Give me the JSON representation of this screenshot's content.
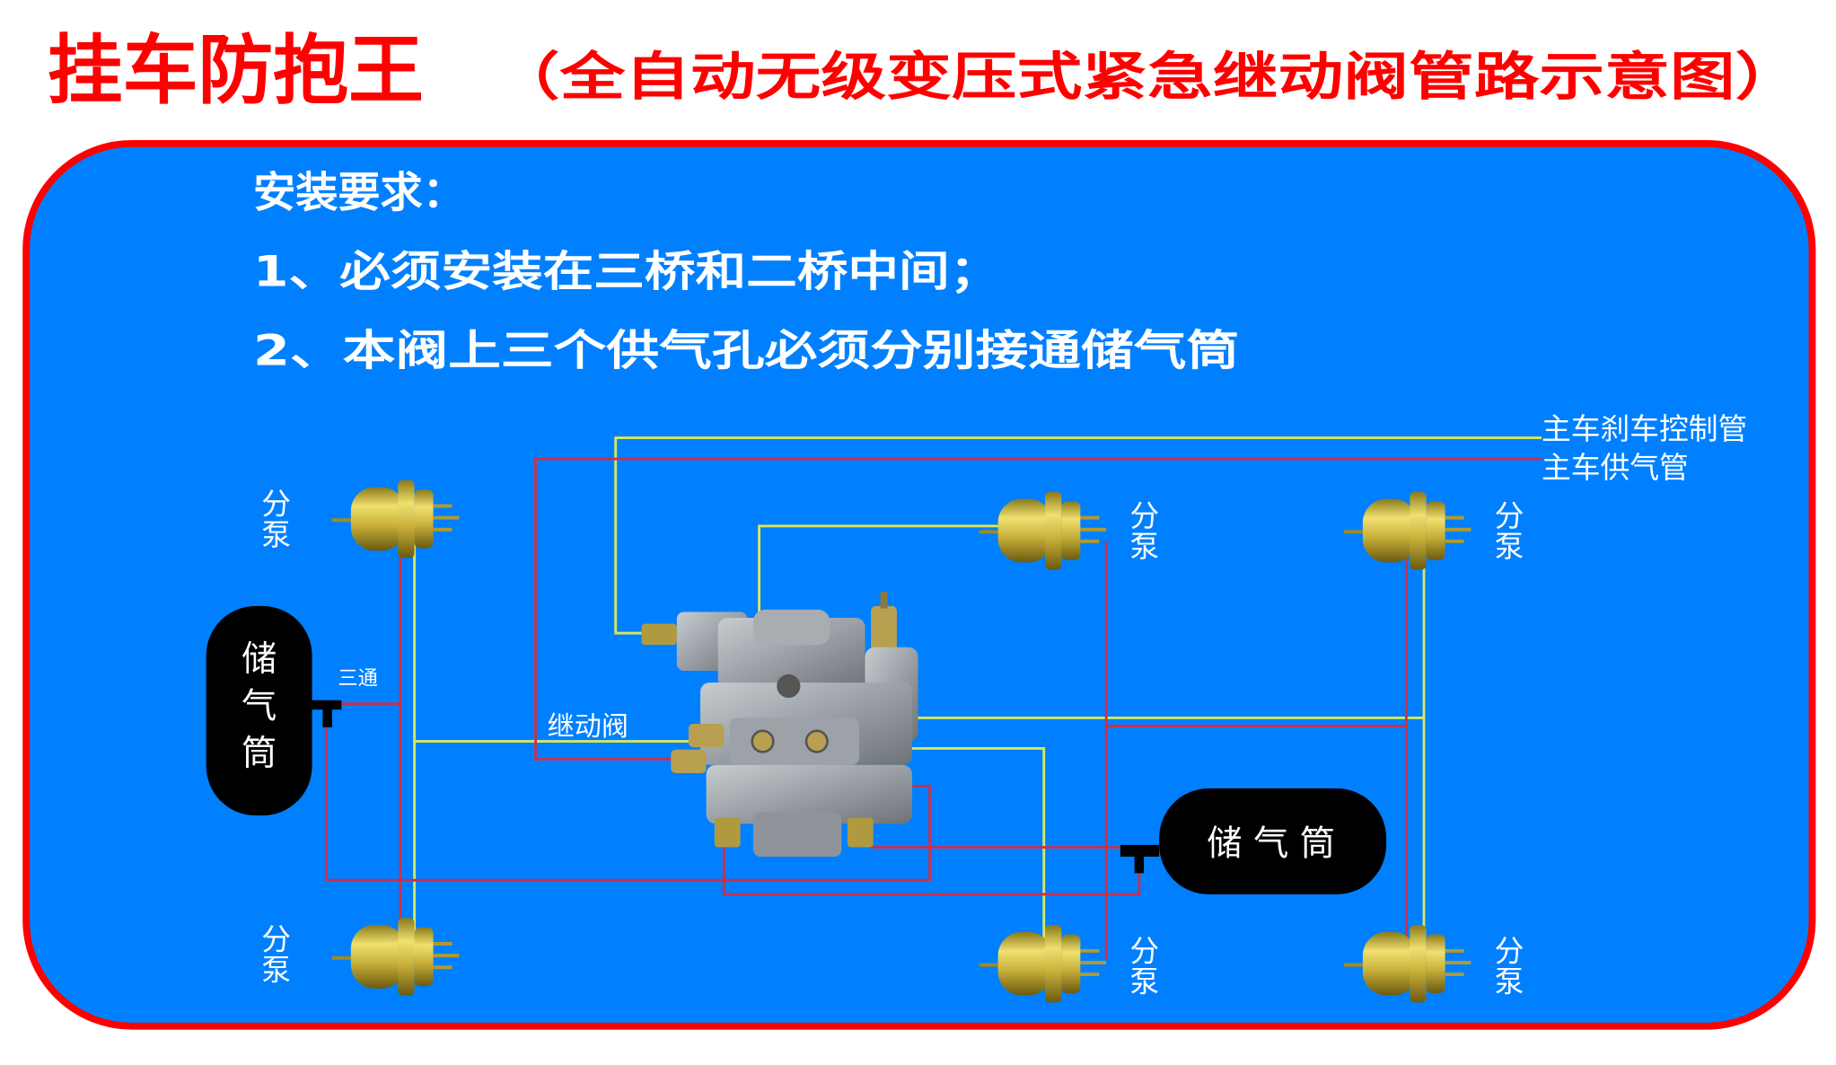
{
  "title": {
    "main": "挂车防抱王",
    "subtitle": "（全自动无级变压式紧急继动阀管路示意图）"
  },
  "requirements": {
    "heading": "安装要求：",
    "items": [
      "1、必须安装在三桥和二桥中间；",
      "2、本阀上三个供气孔必须分别接通储气筒"
    ]
  },
  "diagram": {
    "pipe_labels": {
      "control": "主车刹车控制管",
      "supply": "主车供气管"
    },
    "valve_label": "继动阀",
    "tee_label": "三通",
    "tank_left": [
      "储",
      "气",
      "筒"
    ],
    "tank_right": "储 气 筒",
    "chamber_label": [
      "分",
      "泵"
    ],
    "colors": {
      "panel": "#0080ff",
      "border": "#ff0000",
      "control_line": "#d8e85a",
      "supply_line": "#c8304e"
    }
  }
}
